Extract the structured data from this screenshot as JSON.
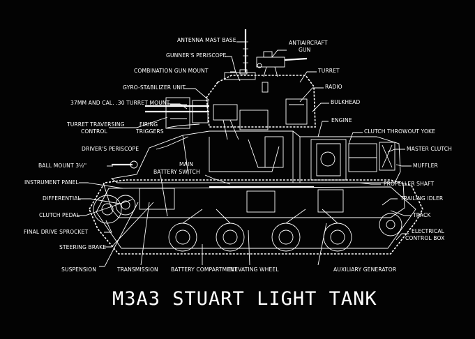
{
  "title": "M3A3 STUART LIGHT TANK",
  "labels": {
    "antenna_mast_base": "ANTENNA MAST BASE",
    "antiaircraft_gun_1": "ANTIAIRCRAFT",
    "antiaircraft_gun_2": "GUN",
    "gunners_periscope": "GUNNER'S PERISCOPE",
    "combination_gun_mount": "COMBINATION GUN MOUNT",
    "turret": "TURRET",
    "gyro_stabilizer_unit": "GYRO-STABILIZER UNIT",
    "radio": "RADIO",
    "turret_mount": "37MM AND CAL. .30 TURRET MOUNT",
    "bulkhead": "BULKHEAD",
    "turret_traversing_control_1": "TURRET TRAVERSING",
    "turret_traversing_control_2": "CONTROL",
    "firing_triggers_1": "FIRING",
    "firing_triggers_2": "TRIGGERS",
    "engine": "ENGINE",
    "clutch_throwout_yoke": "CLUTCH THROWOUT YOKE",
    "drivers_periscope": "DRIVER'S PERISCOPE",
    "master_clutch": "MASTER CLUTCH",
    "ball_mount": "BALL MOUNT 3½\"",
    "main_battery_switch_1": "MAIN",
    "main_battery_switch_2": "BATTERY SWITCH",
    "muffler": "MUFFLER",
    "instrument_panel": "INSTRUMENT PANEL",
    "propeller_shaft": "PROPELLER SHAFT",
    "differential": "DIFFERENTIAL",
    "trailing_idler": "TRAILING IDLER",
    "clutch_pedal": "CLUTCH PEDAL",
    "track": "TRACK",
    "final_drive_sprocket": "FINAL DRIVE SPROCKET",
    "electrical_control_box_1": "ELECTRICAL",
    "electrical_control_box_2": "CONTROL BOX",
    "steering_brake": "STEERING BRAKE",
    "suspension": "SUSPENSION",
    "transmission": "TRANSMISSION",
    "battery_compartment": "BATTERY COMPARTMENT",
    "elevating_wheel": "ELEVATING WHEEL",
    "auxiliary_generator": "AUXILIARY GENERATOR"
  }
}
